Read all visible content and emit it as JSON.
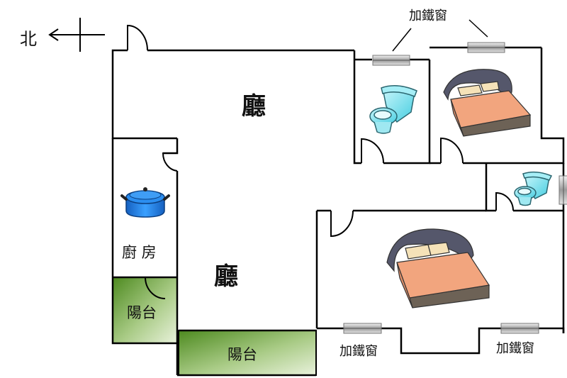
{
  "compass": {
    "label": "北"
  },
  "rooms": {
    "living_top": "廳",
    "living_main": "廳",
    "kitchen": "廚 房",
    "balcony_left": "陽台",
    "balcony_bottom": "陽台"
  },
  "windows": {
    "top": "加鐵窗",
    "bottom_left": "加鐵窗",
    "bottom_right": "加鐵窗"
  },
  "colors": {
    "wall": "#000000",
    "balcony_dark": "#4d8a1f",
    "balcony_light": "#e6f0d8",
    "pot": "#1e7fe0",
    "toilet": "#7fe6f0",
    "bed_frame": "#55576b",
    "bed_blanket": "#f2a57e",
    "pillow": "#f5e2b8"
  },
  "icons": [
    "north-arrow-icon",
    "toilet-icon",
    "bed-icon",
    "cooking-pot-icon",
    "window-icon",
    "door-swing-icon"
  ]
}
